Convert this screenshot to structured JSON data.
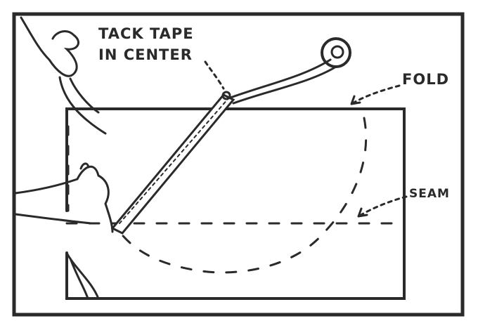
{
  "labels": {
    "tack_line1": "TACK TAPE",
    "tack_line2": "IN CENTER",
    "fold": "FOLD",
    "seam": "SEAM"
  },
  "colors": {
    "ink": "#2a2a2a",
    "paper": "#ffffff"
  }
}
